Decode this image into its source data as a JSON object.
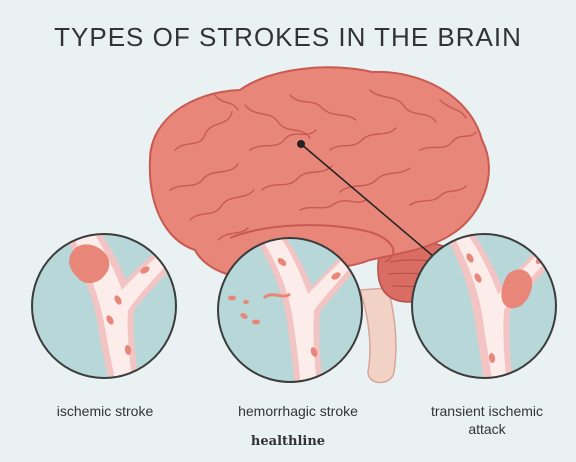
{
  "title": "TYPES OF STROKES IN THE BRAIN",
  "labels": {
    "ischemic": "ischemic stroke",
    "hemorrhagic": "hemorrhagic stroke",
    "tia": "transient ischemic attack"
  },
  "brand": "healthline",
  "colors": {
    "background": "#e9f1f2",
    "brain": "#e8867a",
    "brain_stroke": "#c85a52",
    "vessel_wall": "#f2c4c4",
    "vessel_inner": "#fcecea",
    "circle_bg": "#b7d7d9",
    "clot": "#e8867a"
  }
}
